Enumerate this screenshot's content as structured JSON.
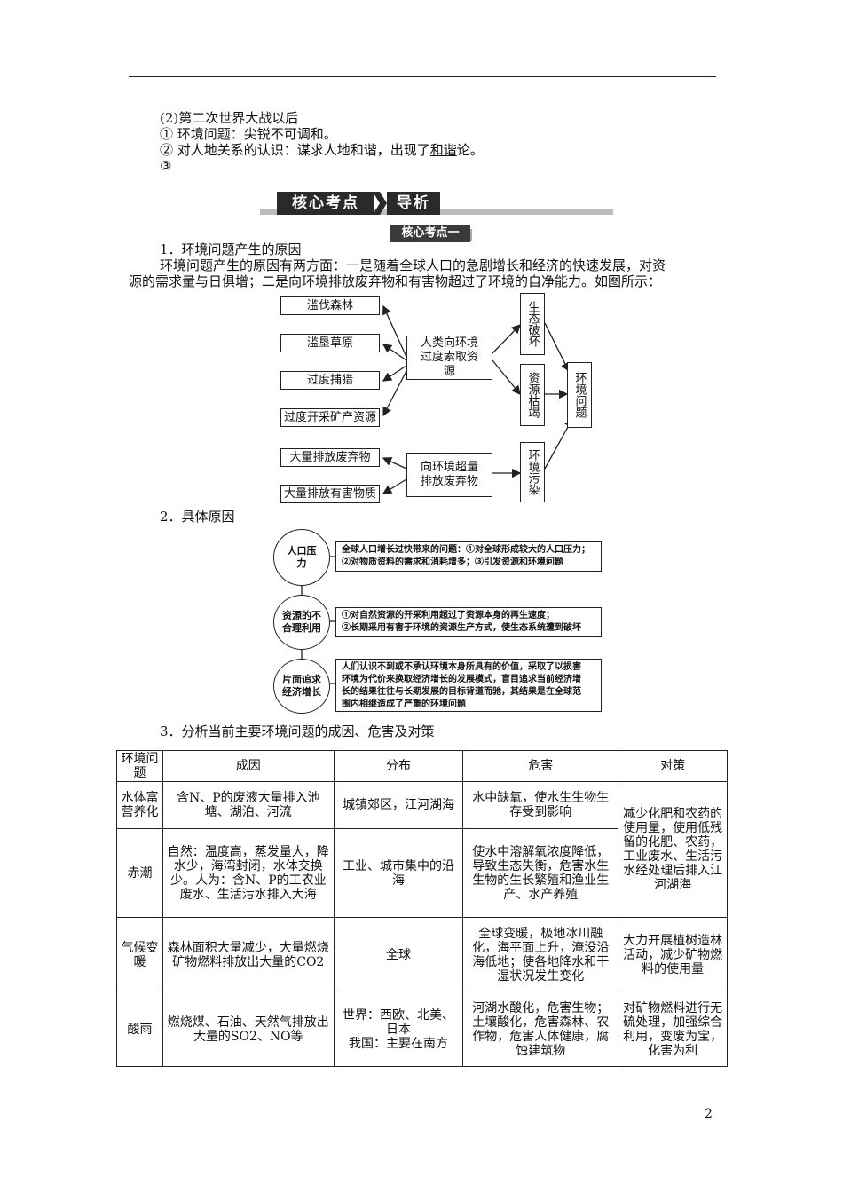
{
  "intro": {
    "heading": "(2)第二次世界大战以后",
    "item1": "① 环境问题：尖锐不可调和。",
    "item2_prefix": "② 对人地关系的认识：谋求人地和谐，出现了",
    "item2_underline": "和谐",
    "item2_suffix": "论。",
    "item3": "③"
  },
  "banner": {
    "left": "核心考点",
    "right": "导析",
    "sub": "核心考点一"
  },
  "section1": {
    "title": "1．环境问题产生的原因",
    "para_line1": "环境问题产生的原因有两方面：一是随着全球人口的急剧增长和经济的快速发展，对资",
    "para_line2": "源的需求量与日俱增；二是向环境排放废弃物和有害物超过了环境的自净能力。如图所示："
  },
  "flow": {
    "left": [
      "滥伐森林",
      "滥垦草原",
      "过度捕猎",
      "过度开采矿产资源",
      "大量排放废弃物",
      "大量排放有害物质"
    ],
    "mid1": "人类向环境过度索取资源",
    "mid2": "向环境超量排放废弃物",
    "right": [
      "生态破坏",
      "资源枯竭",
      "环境污染"
    ],
    "final": "环境问题"
  },
  "section2": {
    "title": "2．具体原因"
  },
  "causes": [
    {
      "circle": "人口压力",
      "text_line1": "全球人口增长过快带来的问题：①对全球形成较大的人口压力；",
      "text_line2": "②对物质资料的需求和消耗增多；③引发资源和环境问题"
    },
    {
      "circle": "资源的不合理利用",
      "text_line1": "①对自然资源的开采利用超过了资源本身的再生速度；",
      "text_line2": "②长期采用有害于环境的资源生产方式，使生态系统遭到破坏"
    },
    {
      "circle": "片面追求经济增长",
      "text_line1": "人们认识不到或不承认环境本身所具有的价值，采取了以损害",
      "text_line2": "环境为代价来换取经济增长的发展模式，盲目追求当前经济增",
      "text_line3": "长的结果往往与长期发展的目标背道而驰，其结果是在全球范",
      "text_line4": "围内相继造成了严重的环境问题"
    }
  ],
  "section3": {
    "title": "3．分析当前主要环境问题的成因、危害及对策"
  },
  "table": {
    "headers": [
      "环境问题",
      "成因",
      "分布",
      "危害",
      "对策"
    ],
    "rows": [
      {
        "problem": "水体富营养化",
        "cause": "含N、P的废液大量排入池塘、湖泊、河流",
        "distribution": "城镇郊区，江河湖海",
        "harm": "水中缺氧，使水生生物生存受到影响"
      },
      {
        "problem": "赤潮",
        "cause": "自然：温度高，蒸发量大，降水少，海湾封闭，水体交换少。人为：含N、P的工农业废水、生活污水排入大海",
        "distribution": "工业、城市集中的沿海",
        "harm": "使水中溶解氧浓度降低，导致生态失衡，危害水生生物的生长繁殖和渔业生产、水产养殖"
      },
      {
        "problem": "气候变暖",
        "cause": "森林面积大量减少，大量燃烧矿物燃料排放出大量的CO2",
        "distribution": "全球",
        "harm": "全球变暖，极地冰川融化，海平面上升，淹没沿海低地；使各地降水和干湿状况发生变化",
        "measure": "大力开展植树造林活动，减少矿物燃料的使用量"
      },
      {
        "problem": "酸雨",
        "cause": "燃烧煤、石油、天然气排放出大量的SO2、NO等",
        "distribution_line1": "世界：西欧、北美、日本",
        "distribution_line2": "我国：主要在南方",
        "harm": "河湖水酸化，危害生物；土壤酸化，危害森林、农作物，危害人体健康，腐蚀建筑物",
        "measure": "对矿物燃料进行无硫处理，加强综合利用，变废为宝，化害为利"
      }
    ],
    "shared_measure": "减少化肥和农药的使用量，使用低残留的化肥、农药，工业废水、生活污水经处理后排入江河湖海"
  },
  "page_number": "2"
}
